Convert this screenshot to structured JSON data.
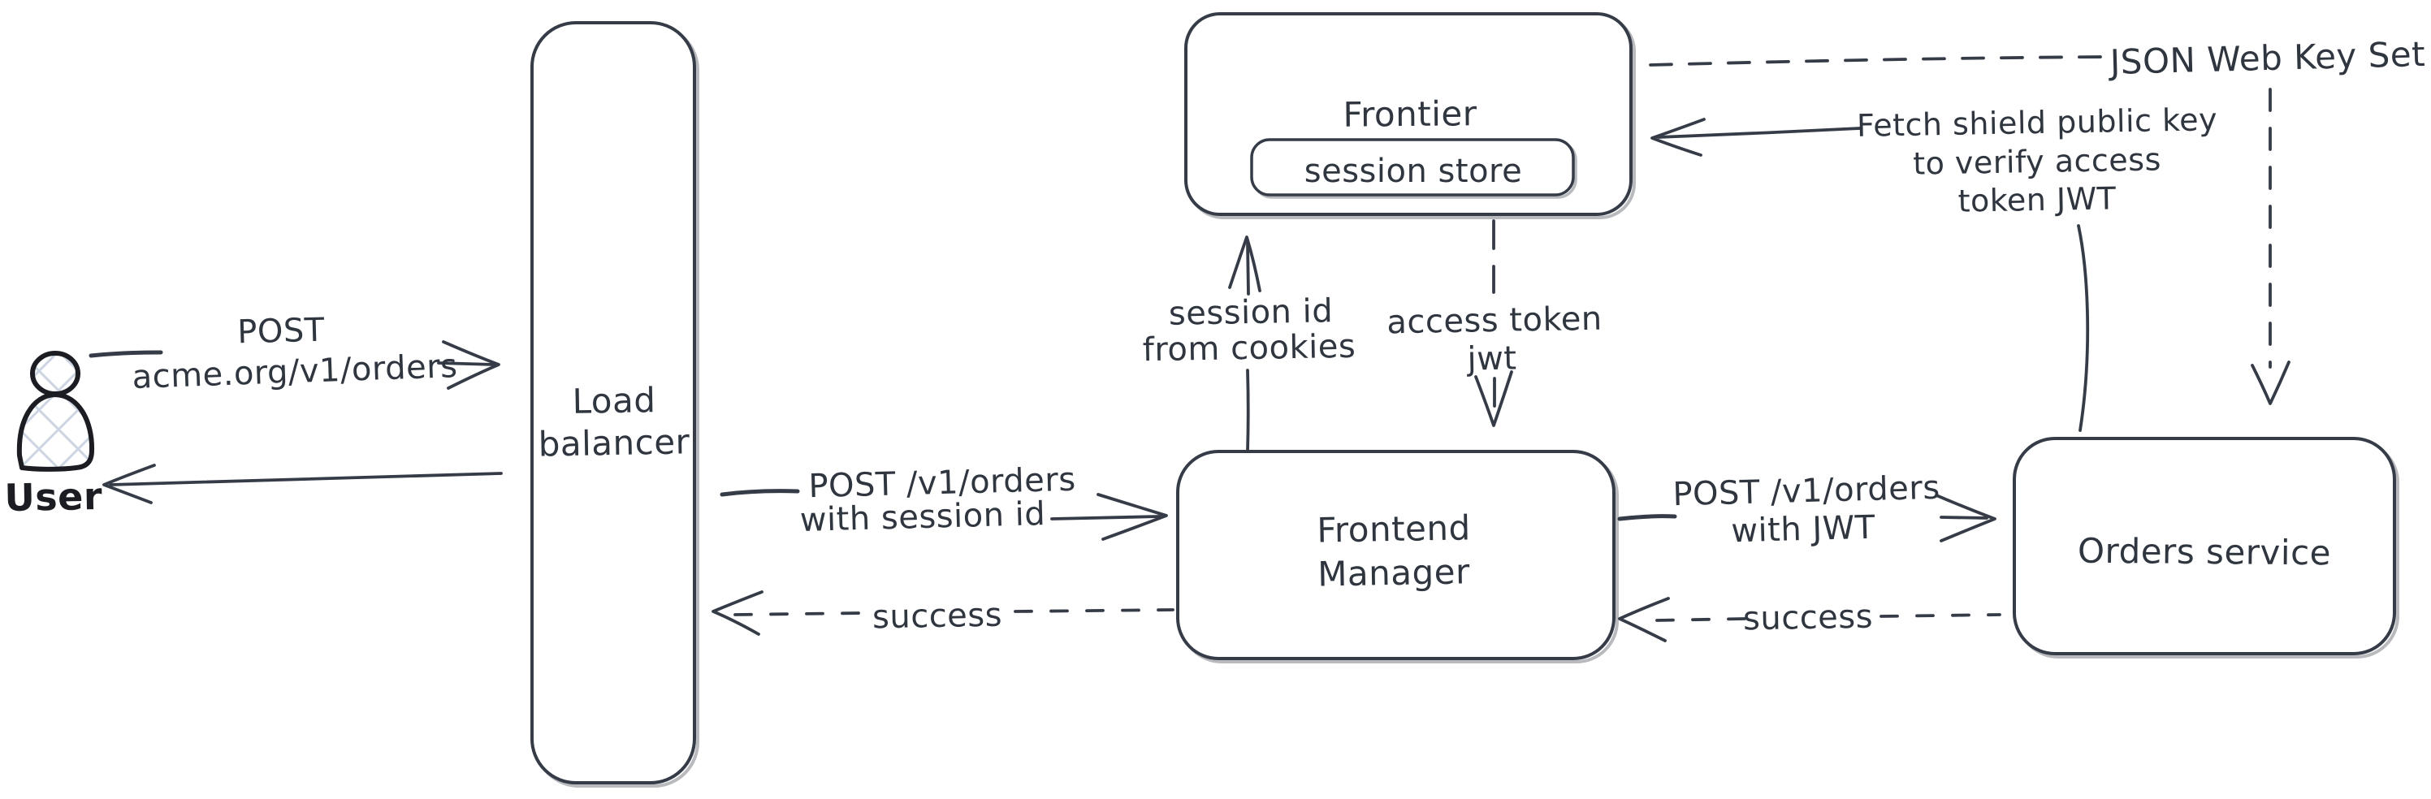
{
  "diagram": {
    "background": "#ffffff",
    "stroke_color": "#363c47",
    "text_color": "#30363f",
    "user_ink_color": "#1c1d22",
    "hatch_color": "#ccd6e2",
    "nodes": {
      "user": {
        "label": "User"
      },
      "load_balancer": {
        "line1": "Load",
        "line2": "balancer"
      },
      "frontier": {
        "label": "Frontier"
      },
      "session_store": {
        "label": "session store"
      },
      "frontend_manager": {
        "line1": "Frontend",
        "line2": "Manager"
      },
      "orders_service": {
        "label": "Orders service"
      }
    },
    "edges": {
      "user_request": {
        "line1": "POST",
        "line2": "acme.org/v1/orders",
        "style": "solid",
        "from": "User",
        "to": "Load balancer"
      },
      "user_response": {
        "style": "solid",
        "from": "Load balancer",
        "to": "User"
      },
      "lb_request": {
        "line1": "POST /v1/orders",
        "line2": "with session id",
        "style": "solid",
        "from": "Load balancer",
        "to": "Frontend Manager"
      },
      "lb_response": {
        "label": "success",
        "style": "dashed",
        "from": "Frontend Manager",
        "to": "Load balancer"
      },
      "session_lookup": {
        "line1": "session id",
        "line2": "from cookies",
        "style": "solid",
        "from": "Frontend Manager",
        "to": "Frontier"
      },
      "access_token": {
        "line1": "access token",
        "line2": "jwt",
        "style": "dashed",
        "from": "Frontier",
        "to": "Frontend Manager"
      },
      "orders_request": {
        "line1": "POST /v1/orders",
        "line2": "with JWT",
        "style": "solid",
        "from": "Frontend Manager",
        "to": "Orders service"
      },
      "orders_response": {
        "label": "success",
        "style": "dashed",
        "from": "Orders service",
        "to": "Frontend Manager"
      },
      "fetch_key": {
        "line1": "Fetch shield public key",
        "line2": "to verify access",
        "line3": "token JWT",
        "style": "solid",
        "from": "Orders service",
        "to": "Frontier"
      },
      "jwks": {
        "label": "JSON Web Key Set",
        "style": "dashed",
        "from": "Frontier",
        "to": "Orders service"
      }
    }
  }
}
